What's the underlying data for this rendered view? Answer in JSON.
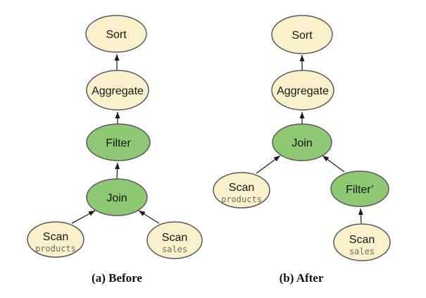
{
  "figure": {
    "caption_a": "(a) Before",
    "caption_b": "(b) After",
    "colors": {
      "node_default_fill": "#FAF0CB",
      "node_highlight_fill": "#8DC873",
      "node_border": "#595959",
      "arrow": "#222222",
      "scan_sublabel": "#6e6e60"
    },
    "before": {
      "nodes": {
        "sort": {
          "label": "Sort"
        },
        "aggregate": {
          "label": "Aggregate"
        },
        "filter": {
          "label": "Filter",
          "highlighted": true
        },
        "join": {
          "label": "Join",
          "highlighted": true
        },
        "scan_products": {
          "label": "Scan",
          "sublabel": "products"
        },
        "scan_sales": {
          "label": "Scan",
          "sublabel": "sales"
        }
      },
      "edges": [
        {
          "from": "aggregate",
          "to": "sort"
        },
        {
          "from": "filter",
          "to": "aggregate"
        },
        {
          "from": "join",
          "to": "filter"
        },
        {
          "from": "scan_products",
          "to": "join"
        },
        {
          "from": "scan_sales",
          "to": "join"
        }
      ]
    },
    "after": {
      "nodes": {
        "sort": {
          "label": "Sort"
        },
        "aggregate": {
          "label": "Aggregate"
        },
        "join": {
          "label": "Join",
          "highlighted": true
        },
        "scan_products": {
          "label": "Scan",
          "sublabel": "products"
        },
        "filter_prime": {
          "label": "Filter’",
          "highlighted": true
        },
        "scan_sales": {
          "label": "Scan",
          "sublabel": "sales"
        }
      },
      "edges": [
        {
          "from": "aggregate",
          "to": "sort"
        },
        {
          "from": "join",
          "to": "aggregate"
        },
        {
          "from": "scan_products",
          "to": "join"
        },
        {
          "from": "filter_prime",
          "to": "join"
        },
        {
          "from": "scan_sales",
          "to": "filter_prime"
        }
      ]
    }
  }
}
